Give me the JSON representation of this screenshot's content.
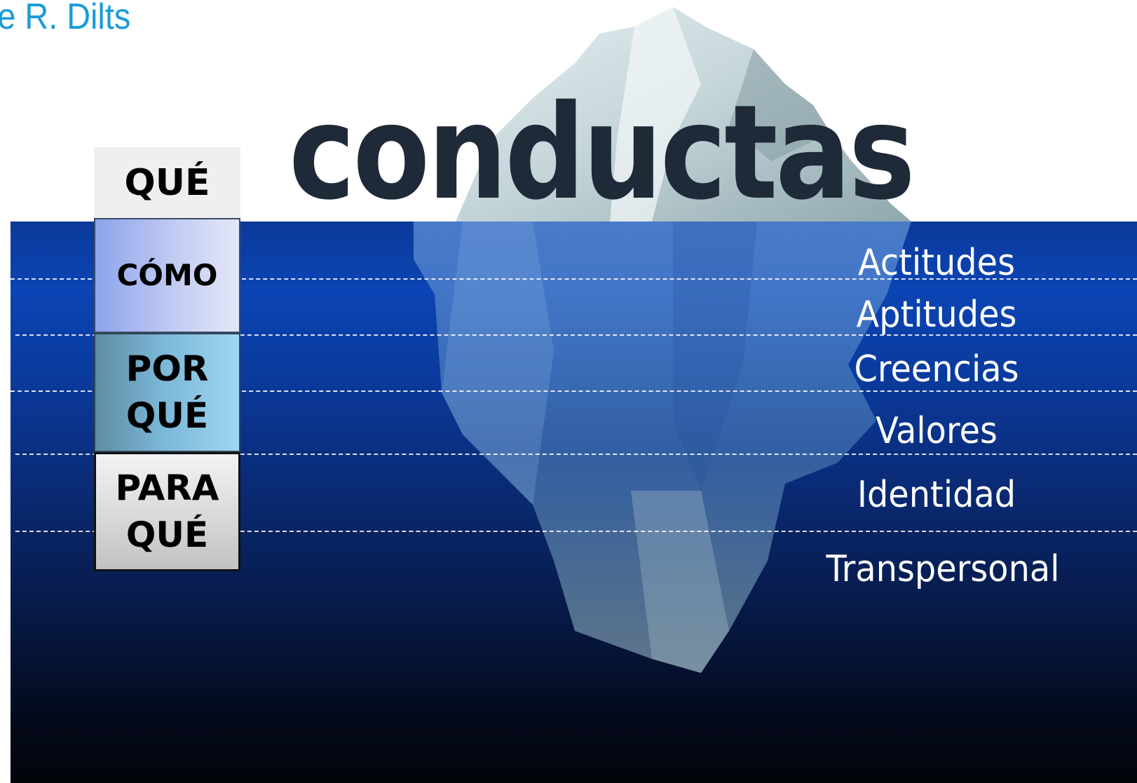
{
  "author": "le R. Dilts",
  "title": "conductas",
  "question_boxes": {
    "que": "QUÉ",
    "como": "CÓMO",
    "por_que": [
      "POR",
      "QUÉ"
    ],
    "para_que": [
      "PARA",
      "QUÉ"
    ]
  },
  "levels": [
    "Actitudes",
    "Aptitudes",
    "Creencias",
    "Valores",
    "Identidad",
    "Transpersonal"
  ],
  "colors": {
    "author": "#1a9bd7",
    "title": "#1f2a38",
    "sea_top": "#0b44b4",
    "sea_bottom": "#02040a"
  }
}
